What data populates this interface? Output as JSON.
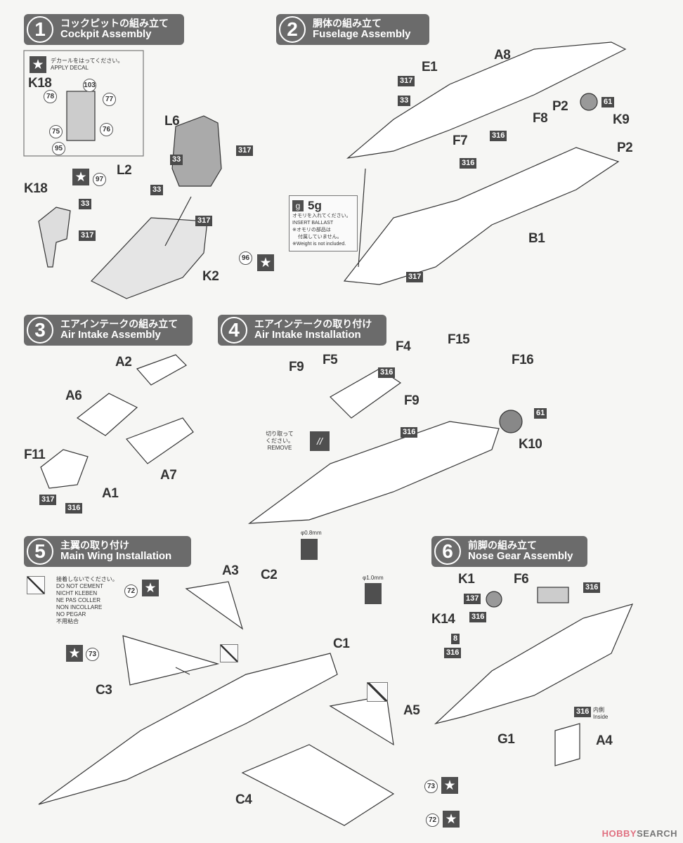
{
  "steps": [
    {
      "num": "1",
      "jp": "コックピットの組み立て",
      "en": "Cockpit Assembly"
    },
    {
      "num": "2",
      "jp": "胴体の組み立て",
      "en": "Fuselage Assembly"
    },
    {
      "num": "3",
      "jp": "エアインテークの組み立て",
      "en": "Air Intake Assembly"
    },
    {
      "num": "4",
      "jp": "エアインテークの取り付け",
      "en": "Air Intake Installation"
    },
    {
      "num": "5",
      "jp": "主翼の取り付け",
      "en": "Main Wing Installation"
    },
    {
      "num": "6",
      "jp": "前脚の組み立て",
      "en": "Nose Gear Assembly"
    }
  ],
  "icons": {
    "star": "★",
    "weight": "g",
    "remove": "//"
  },
  "notes": {
    "decal": {
      "jp": "デカールをはってください。",
      "en": "APPLY DECAL"
    },
    "ballast": {
      "amount": "5g",
      "jp1": "オモリを入れてください。",
      "en1": "INSERT BALLAST",
      "jp2": "※オモリの部品は",
      "jp3": "付属していません。",
      "en2": "※Weight is not included."
    },
    "remove": {
      "jp1": "切り取って",
      "jp2": "ください。",
      "en": "REMOVE"
    },
    "no_cement": {
      "jp": "接着しないでください。",
      "lines": [
        "DO NOT CEMENT",
        "NICHT KLEBEN",
        "NE PAS COLLER",
        "NON INCOLLARE",
        "NO PEGAR",
        "不用粘合"
      ]
    },
    "drill_08": "φ0.8mm",
    "drill_10": "φ1.0mm",
    "inside": {
      "jp": "内側",
      "en": "Inside"
    }
  },
  "step1": {
    "parts": [
      "K18",
      "L6",
      "L2",
      "K18",
      "K2"
    ],
    "colors": [
      "33",
      "317",
      "33",
      "33",
      "317",
      "317"
    ],
    "decals": [
      "103",
      "78",
      "77",
      "75",
      "76",
      "95",
      "97",
      "96"
    ]
  },
  "step2": {
    "parts": [
      "A8",
      "E1",
      "F8",
      "P2",
      "K9",
      "F7",
      "P2",
      "B1"
    ],
    "colors": [
      "317",
      "33",
      "316",
      "61",
      "316",
      "317"
    ]
  },
  "step3": {
    "parts": [
      "A2",
      "A6",
      "A7",
      "F11",
      "A1"
    ],
    "colors": [
      "317",
      "316"
    ]
  },
  "step4": {
    "parts": [
      "F15",
      "F4",
      "F5",
      "F9",
      "F16",
      "F9",
      "K10"
    ],
    "colors": [
      "316",
      "316",
      "61"
    ]
  },
  "step5": {
    "parts": [
      "A3",
      "C2",
      "C1",
      "C3",
      "A5",
      "C4"
    ],
    "decals": [
      "72",
      "73",
      "73",
      "72"
    ]
  },
  "step6": {
    "parts": [
      "K1",
      "F6",
      "K14",
      "G1",
      "A4"
    ],
    "colors": [
      "137",
      "316",
      "316",
      "8",
      "316",
      "316"
    ]
  },
  "watermark": {
    "part1": "HOBBY",
    "part2": "SEARCH"
  }
}
